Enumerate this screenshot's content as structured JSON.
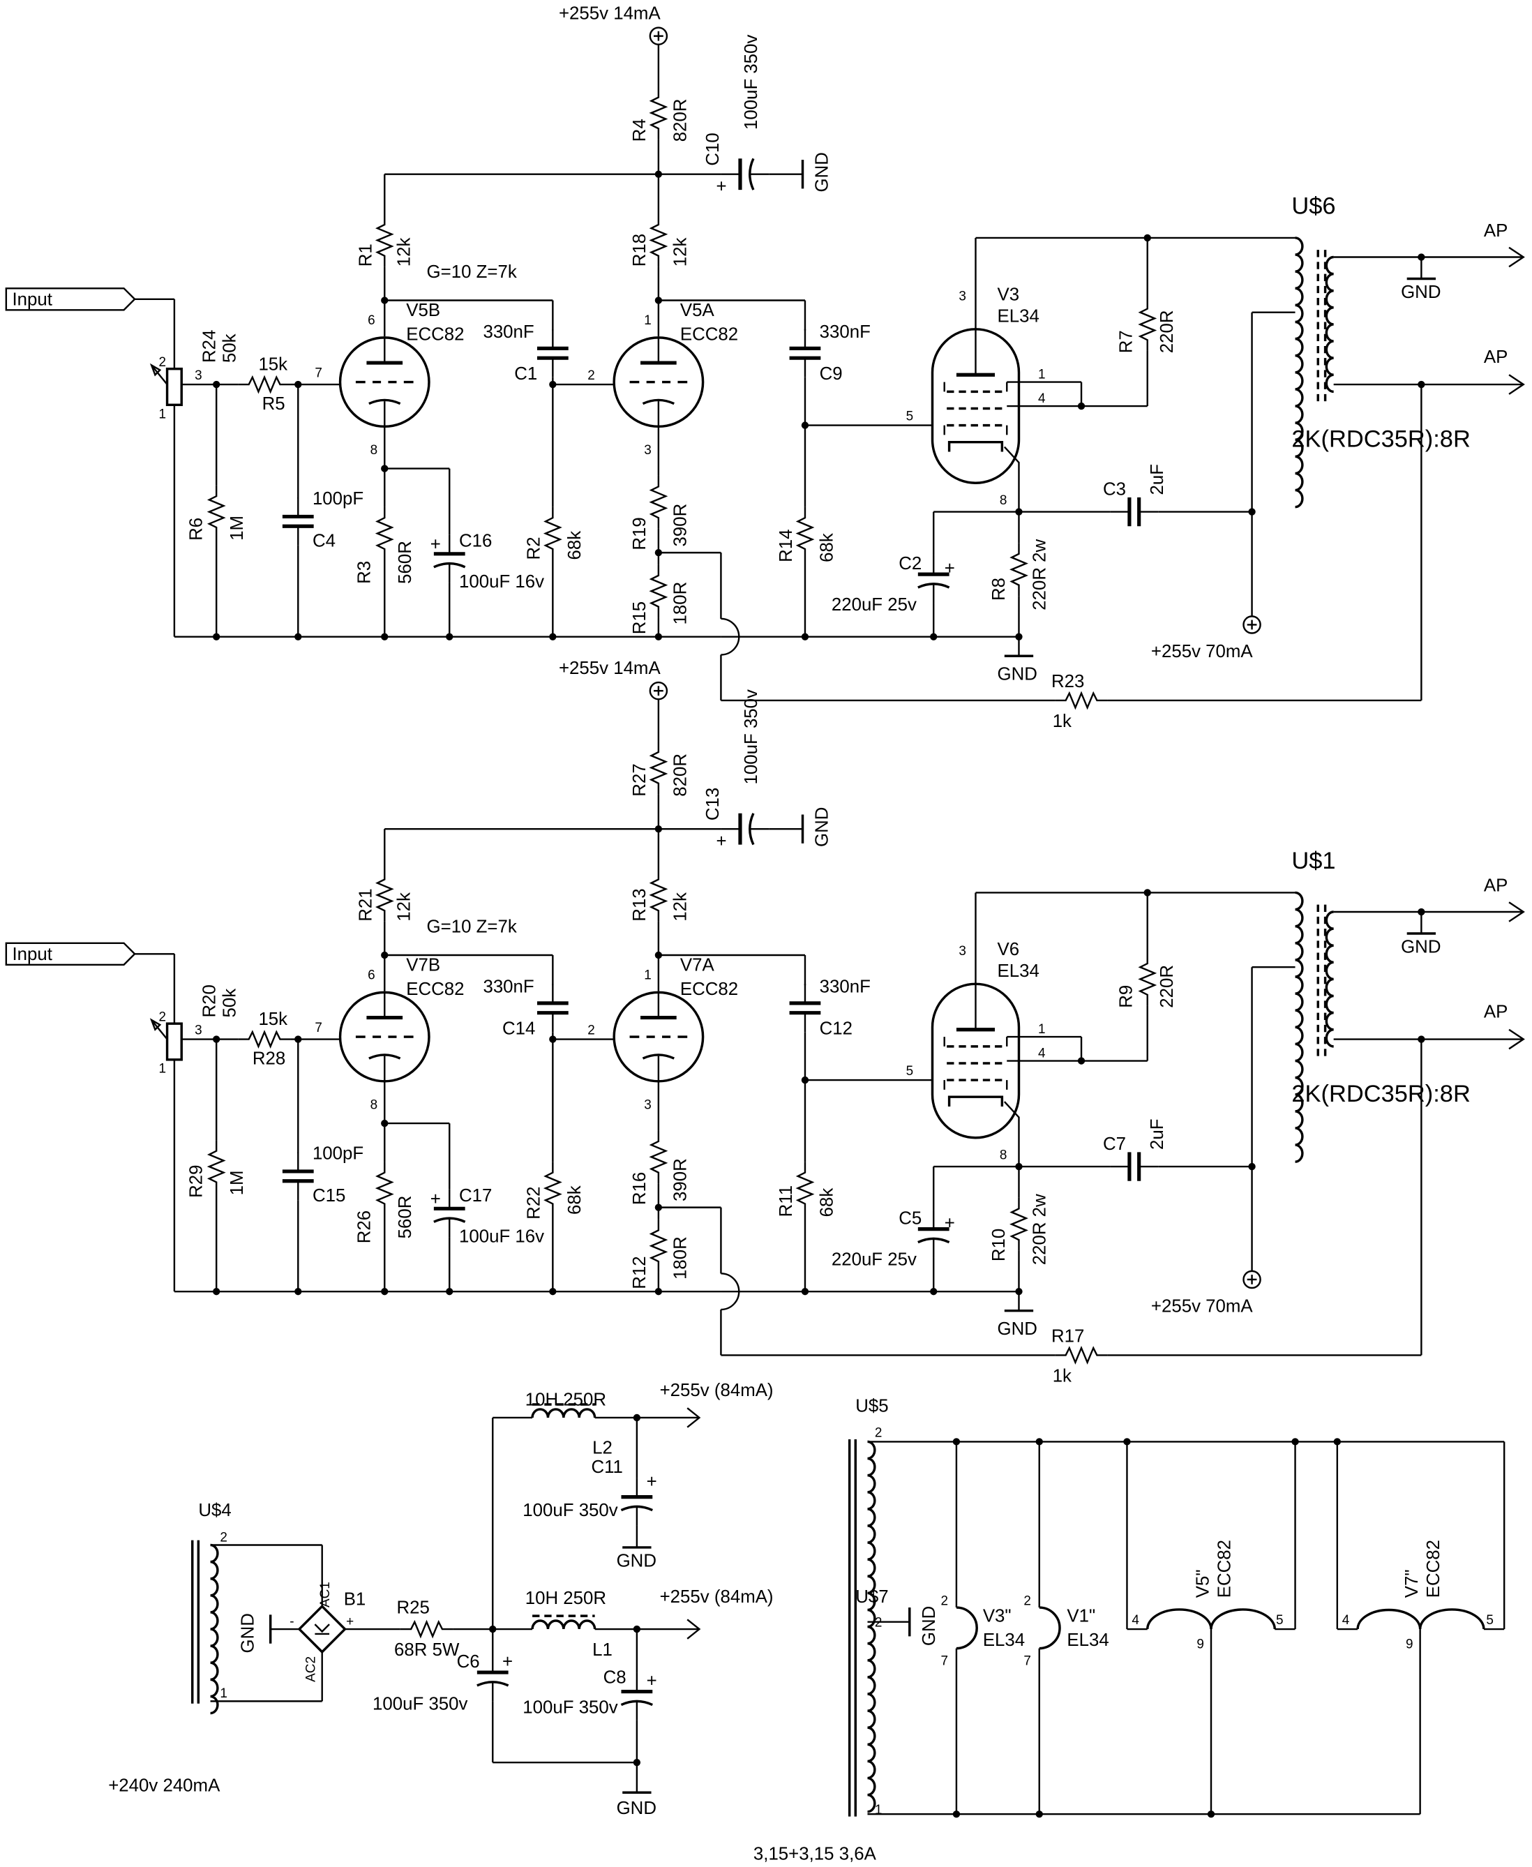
{
  "input": "Input",
  "gnd": "GND",
  "supply_14mA": "+255v 14mA",
  "supply_70mA": "+255v 70mA",
  "supply_84mA": "+255v (84mA)",
  "gain": "G=10 Z=7k",
  "ap": "AP",
  "otx_ratio": "2K(RDC35R):8R",
  "pins": {
    "p1": "1",
    "p2": "2",
    "p3": "3",
    "p4": "4",
    "p5": "5",
    "p6": "6",
    "p7": "7",
    "p8": "8",
    "p9": "9"
  },
  "values": {
    "v820R": "820R",
    "v12k": "12k",
    "v100uF350": "100uF 350v",
    "v330nF": "330nF",
    "v15k": "15k",
    "v50k": "50k",
    "v1M": "1M",
    "v100pF": "100pF",
    "v560R": "560R",
    "v100uF16": "100uF 16v",
    "v68k": "68k",
    "v390R": "390R",
    "v180R": "180R",
    "v220R": "220R",
    "v2uF": "2uF",
    "v220R2w": "220R 2w",
    "v220uF25": "220uF 25v",
    "v1k": "1k",
    "v10H": "10H 250R",
    "v68R5W": "68R 5W",
    "v100uF350b": "100uF 350v",
    "heater": "3,15+3,15 3,6A",
    "mains": "+240v 240mA"
  },
  "ch1": {
    "otx": "U$6",
    "r1": "R1",
    "r2": "R2",
    "r3": "R3",
    "r4": "R4",
    "r5": "R5",
    "r6": "R6",
    "r7": "R7",
    "r8": "R8",
    "r14": "R14",
    "r15": "R15",
    "r18": "R18",
    "r19": "R19",
    "r23": "R23",
    "r24": "R24",
    "c1": "C1",
    "c2": "C2",
    "c3": "C3",
    "c4": "C4",
    "c9": "C9",
    "c10": "C10",
    "c16": "C16",
    "va": "V5B",
    "vb": "V5A",
    "vo": "V3",
    "tri": "ECC82",
    "pent": "EL34"
  },
  "ch2": {
    "otx": "U$1",
    "r1": "R21",
    "r2": "R22",
    "r3": "R26",
    "r4": "R27",
    "r5": "R28",
    "r6": "R29",
    "r7": "R9",
    "r8": "R10",
    "r14": "R11",
    "r15": "R12",
    "r18": "R13",
    "r19": "R16",
    "r23": "R17",
    "r24": "R20",
    "c1": "C14",
    "c2": "C5",
    "c3": "C7",
    "c4": "C15",
    "c9": "C12",
    "c10": "C13",
    "c16": "C17",
    "va": "V7B",
    "vb": "V7A",
    "vo": "V6",
    "tri": "ECC82",
    "pent": "EL34"
  },
  "psu": {
    "u4": "U$4",
    "b1": "B1",
    "ac1": "AC1",
    "ac2": "AC2",
    "plus": "+",
    "minus": "-",
    "r25": "R25",
    "c6": "C6",
    "c8": "C8",
    "c11": "C11",
    "l1": "L1",
    "l2": "L2"
  },
  "heat": {
    "u5": "U$5",
    "u7": "U$7",
    "v3": "V3\"",
    "v1": "V1\"",
    "v5": "V5\"",
    "v7": "V7\"",
    "pent": "EL34",
    "tri": "ECC82"
  }
}
